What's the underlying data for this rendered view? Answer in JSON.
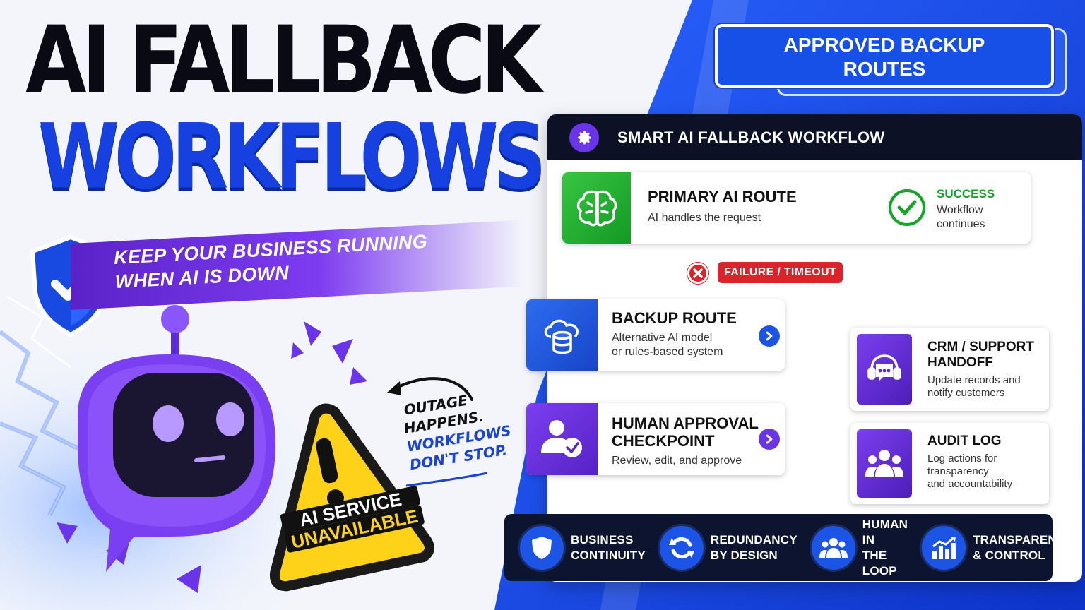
{
  "hero": {
    "title_line1": "AI FALLBACK",
    "title_line2": "WORKFLOWS",
    "tagline_line1": "KEEP YOUR BUSINESS RUNNING",
    "tagline_line2": "WHEN AI IS DOWN"
  },
  "note": {
    "line1": "OUTAGE",
    "line2": "HAPPENS.",
    "line3": "WORKFLOWS",
    "line4": "DON'T STOP."
  },
  "warning": {
    "line1": "AI SERVICE",
    "line2": "UNAVAILABLE"
  },
  "badge": {
    "line1": "APPROVED BACKUP",
    "line2": "ROUTES"
  },
  "panel": {
    "title": "SMART AI FALLBACK WORKFLOW",
    "primary": {
      "title": "PRIMARY AI ROUTE",
      "desc": "AI handles the request"
    },
    "success": {
      "title": "SUCCESS",
      "desc_line1": "Workflow",
      "desc_line2": "continues"
    },
    "failure": "FAILURE / TIMEOUT",
    "backup": {
      "title": "BACKUP ROUTE",
      "desc_line1": "Alternative AI model",
      "desc_line2": "or rules-based system"
    },
    "human": {
      "title_line1": "HUMAN APPROVAL",
      "title_line2": "CHECKPOINT",
      "desc": "Review, edit, and approve"
    },
    "crm": {
      "title_line1": "CRM / SUPPORT",
      "title_line2": "HANDOFF",
      "desc_line1": "Update records and",
      "desc_line2": "notify customers"
    },
    "audit": {
      "title": "AUDIT LOG",
      "desc_line1": "Log actions for",
      "desc_line2": "transparency",
      "desc_line3": "and accountability"
    }
  },
  "features": [
    {
      "line1": "BUSINESS",
      "line2": "CONTINUITY",
      "icon": "shield-icon"
    },
    {
      "line1": "REDUNDANCY",
      "line2": "BY DESIGN",
      "icon": "refresh-icon"
    },
    {
      "line1": "HUMAN IN",
      "line2": "THE LOOP",
      "icon": "people-icon"
    },
    {
      "line1": "TRANSPARENCY",
      "line2": "& CONTROL",
      "icon": "chart-icon"
    }
  ],
  "colors": {
    "brand_blue": "#1640e0",
    "purple": "#6a35e8",
    "success_green": "#17a327",
    "failure_red": "#d9242a",
    "warning_yellow": "#ffd21a",
    "navy": "#0d1126"
  }
}
